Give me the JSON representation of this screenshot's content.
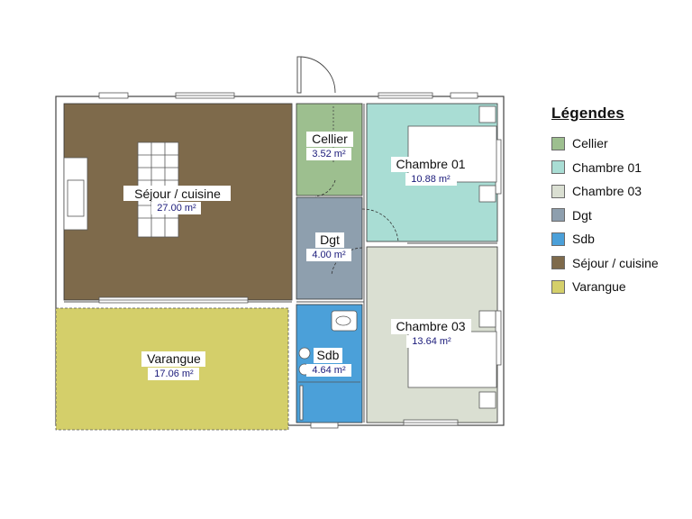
{
  "rooms": {
    "sejour": {
      "name": "Séjour / cuisine",
      "area": "27.00 m²",
      "color": "#7e6a4b"
    },
    "varangue": {
      "name": "Varangue",
      "area": "17.06 m²",
      "color": "#d4cf6a"
    },
    "cellier": {
      "name": "Cellier",
      "area": "3.52 m²",
      "color": "#9dbf8f"
    },
    "dgt": {
      "name": "Dgt",
      "area": "4.00 m²",
      "color": "#8e9fae"
    },
    "sdb": {
      "name": "Sdb",
      "area": "4.64 m²",
      "color": "#4ba0d9"
    },
    "chambre01": {
      "name": "Chambre 01",
      "area": "10.88 m²",
      "color": "#a9ddd4"
    },
    "chambre03": {
      "name": "Chambre 03",
      "area": "13.64 m²",
      "color": "#dadfd2"
    }
  },
  "legend": {
    "title": "Légendes",
    "items": [
      {
        "label": "Cellier",
        "color": "#9dbf8f"
      },
      {
        "label": "Chambre 01",
        "color": "#a9ddd4"
      },
      {
        "label": "Chambre 03",
        "color": "#dadfd2"
      },
      {
        "label": "Dgt",
        "color": "#8e9fae"
      },
      {
        "label": "Sdb",
        "color": "#4ba0d9"
      },
      {
        "label": "Séjour / cuisine",
        "color": "#7e6a4b"
      },
      {
        "label": "Varangue",
        "color": "#d4cf6a"
      }
    ]
  }
}
